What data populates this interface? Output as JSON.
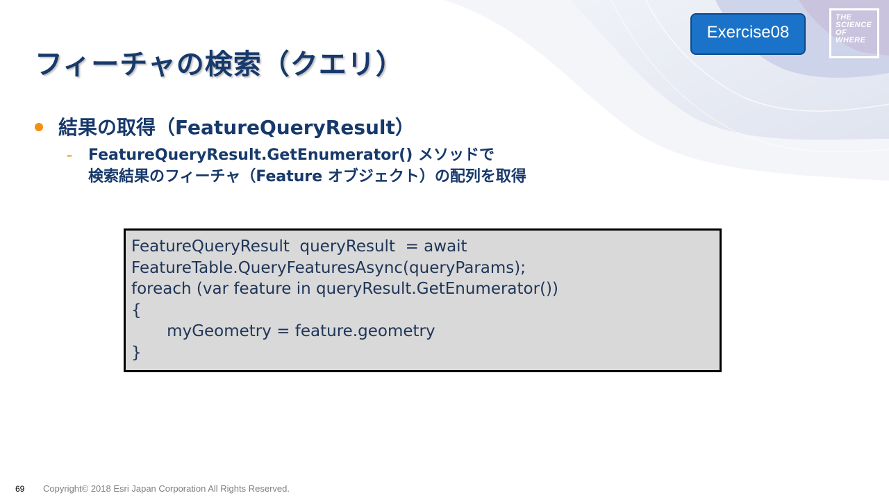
{
  "slide": {
    "title": "フィーチャの検索（クエリ）",
    "exercise_label": "Exercise08",
    "logo_lines": [
      "THE",
      "SCIENCE",
      "OF",
      "WHERE"
    ]
  },
  "content": {
    "bullet1": "結果の取得（FeatureQueryResult）",
    "bullet2_lines": [
      "FeatureQueryResult.GetEnumerator() メソッドで",
      "検索結果のフィーチャ（Feature オブジェクト）の配列を取得"
    ]
  },
  "code": {
    "lines": [
      "FeatureQueryResult  queryResult  = await",
      "FeatureTable.QueryFeaturesAsync(queryParams);",
      "foreach (var feature in queryResult.GetEnumerator())",
      "{",
      "       myGeometry = feature.geometry",
      "}"
    ]
  },
  "footer": {
    "page_number": "69",
    "copyright": "Copyright© 2018 Esri Japan Corporation All Rights Reserved."
  },
  "colors": {
    "title": "#17396b",
    "accent_orange": "#f29111",
    "badge_blue": "#1a73c9",
    "code_bg": "#d9d9d9"
  },
  "icons": {
    "bullet": "orange-dot-icon",
    "sub_bullet": "orange-dash-icon",
    "logo": "the-science-of-where-logo"
  }
}
